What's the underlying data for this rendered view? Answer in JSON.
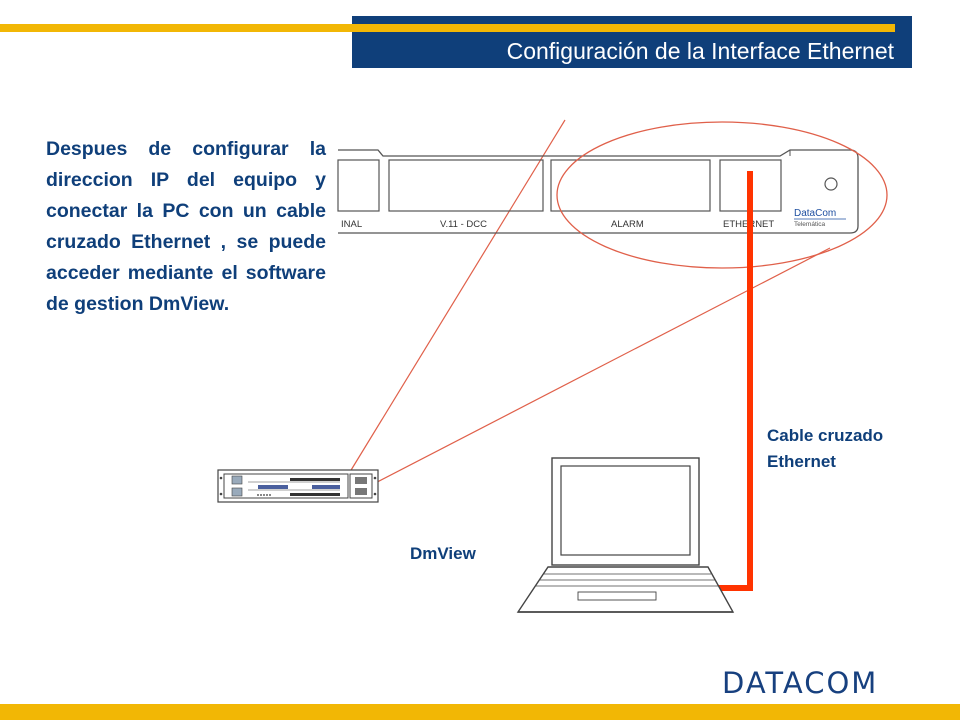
{
  "slide": {
    "title": "Configuración de la Interface Ethernet",
    "body": "Despues de configurar la direccion IP del equipo y conectar la PC con un cable cruzado Ethernet , se puede acceder mediante el software de gestion DmView.",
    "cable_label": "Cable cruzado Ethernet",
    "pc_label": "DmView",
    "brand_logo": "DATACOM"
  },
  "panel": {
    "port_labels": [
      "INAL",
      "V.11 - DCC",
      "ALARM",
      "ETHERNET"
    ],
    "device_logo": "DataCom",
    "device_logo_sub": "Telemática"
  },
  "colors": {
    "navy": "#0f3f7a",
    "gold": "#f2b705",
    "cable": "#ff3300",
    "callout": "#e0604a"
  }
}
